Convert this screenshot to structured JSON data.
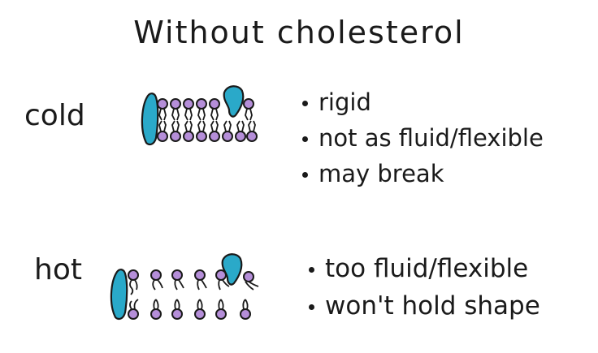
{
  "title": "Without cholesterol",
  "colors": {
    "cholesterol": "#2aa9c9",
    "phospholipid_head": "#b58ed9",
    "ink": "#1a1a1a"
  },
  "cold": {
    "label": "cold",
    "bullets": [
      "rigid",
      "not as fluid/flexible",
      "may break"
    ]
  },
  "hot": {
    "label": "hot",
    "bullets": [
      "too fluid/flexible",
      "won't hold shape"
    ]
  }
}
